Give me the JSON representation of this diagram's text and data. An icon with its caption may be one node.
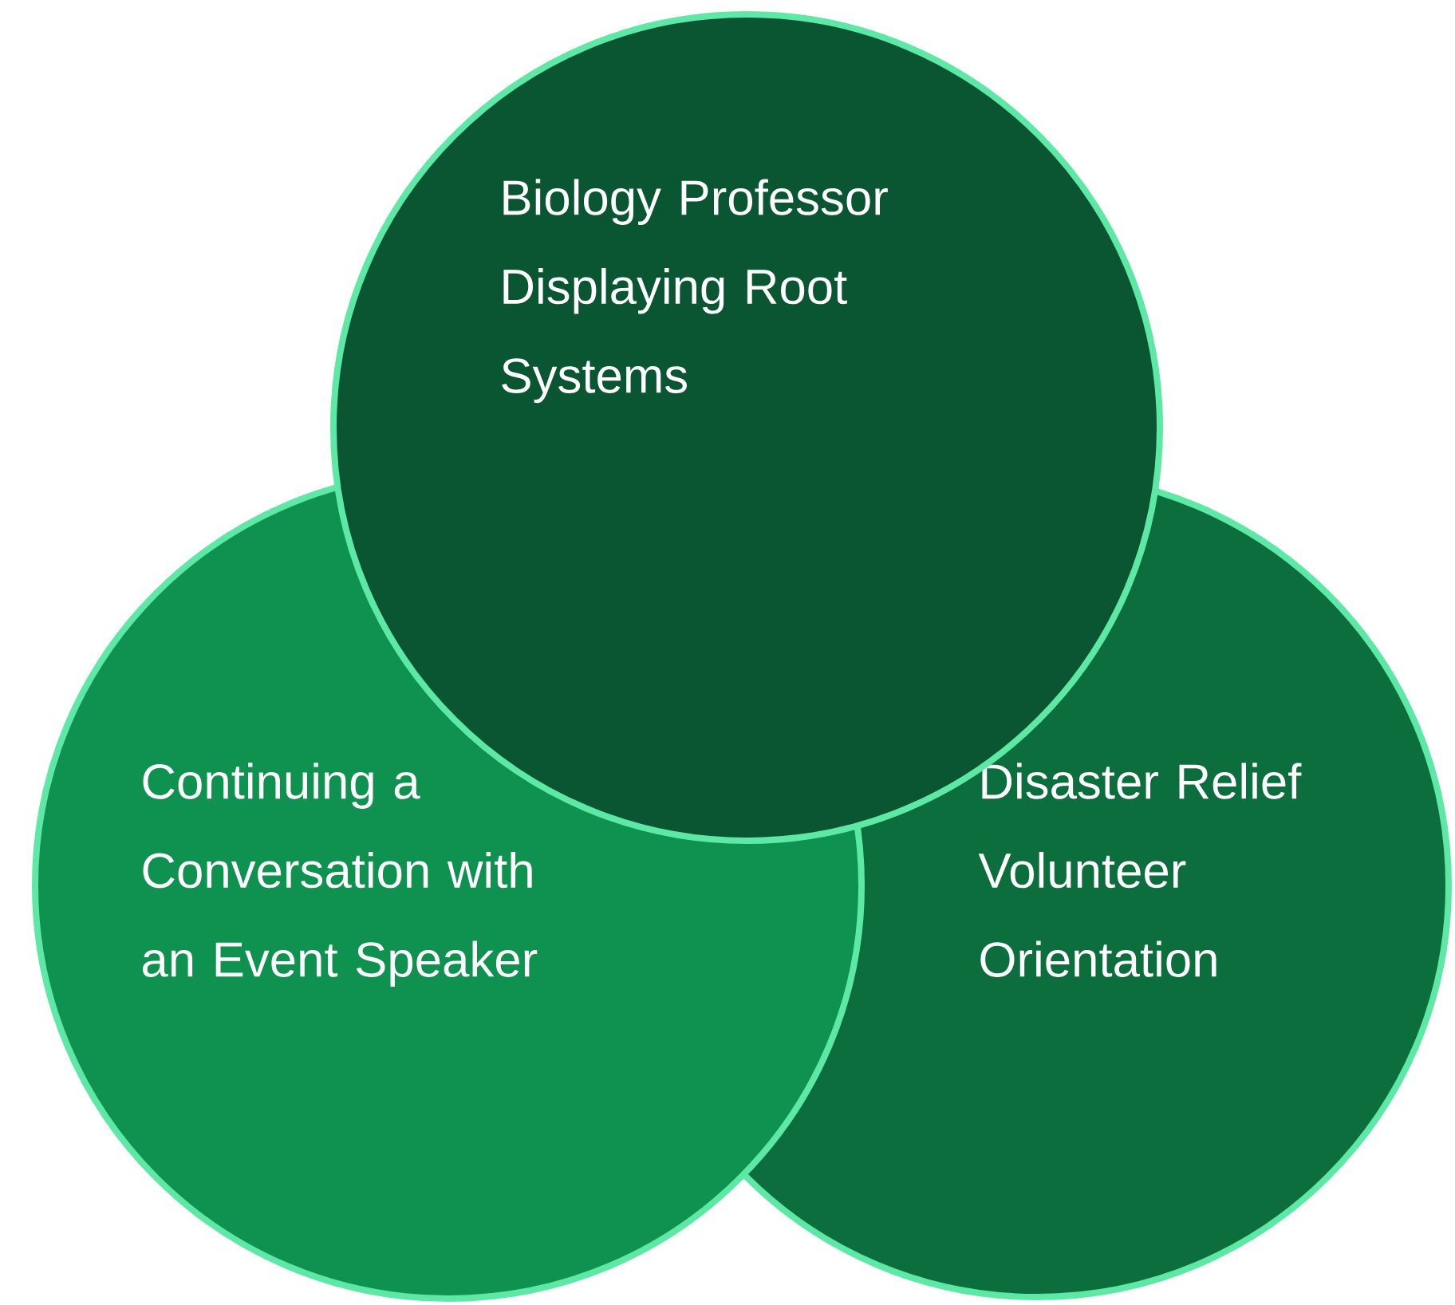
{
  "diagram": {
    "nodes": [
      {
        "text": [
          "Biology Professor Displaying Root Systems"
        ]
      },
      {
        "text": [
          "Continuing a Conversation with an Event Speaker"
        ]
      },
      {
        "text": [
          "Disaster Relief Volunteer Orientation"
        ]
      }
    ]
  }
}
